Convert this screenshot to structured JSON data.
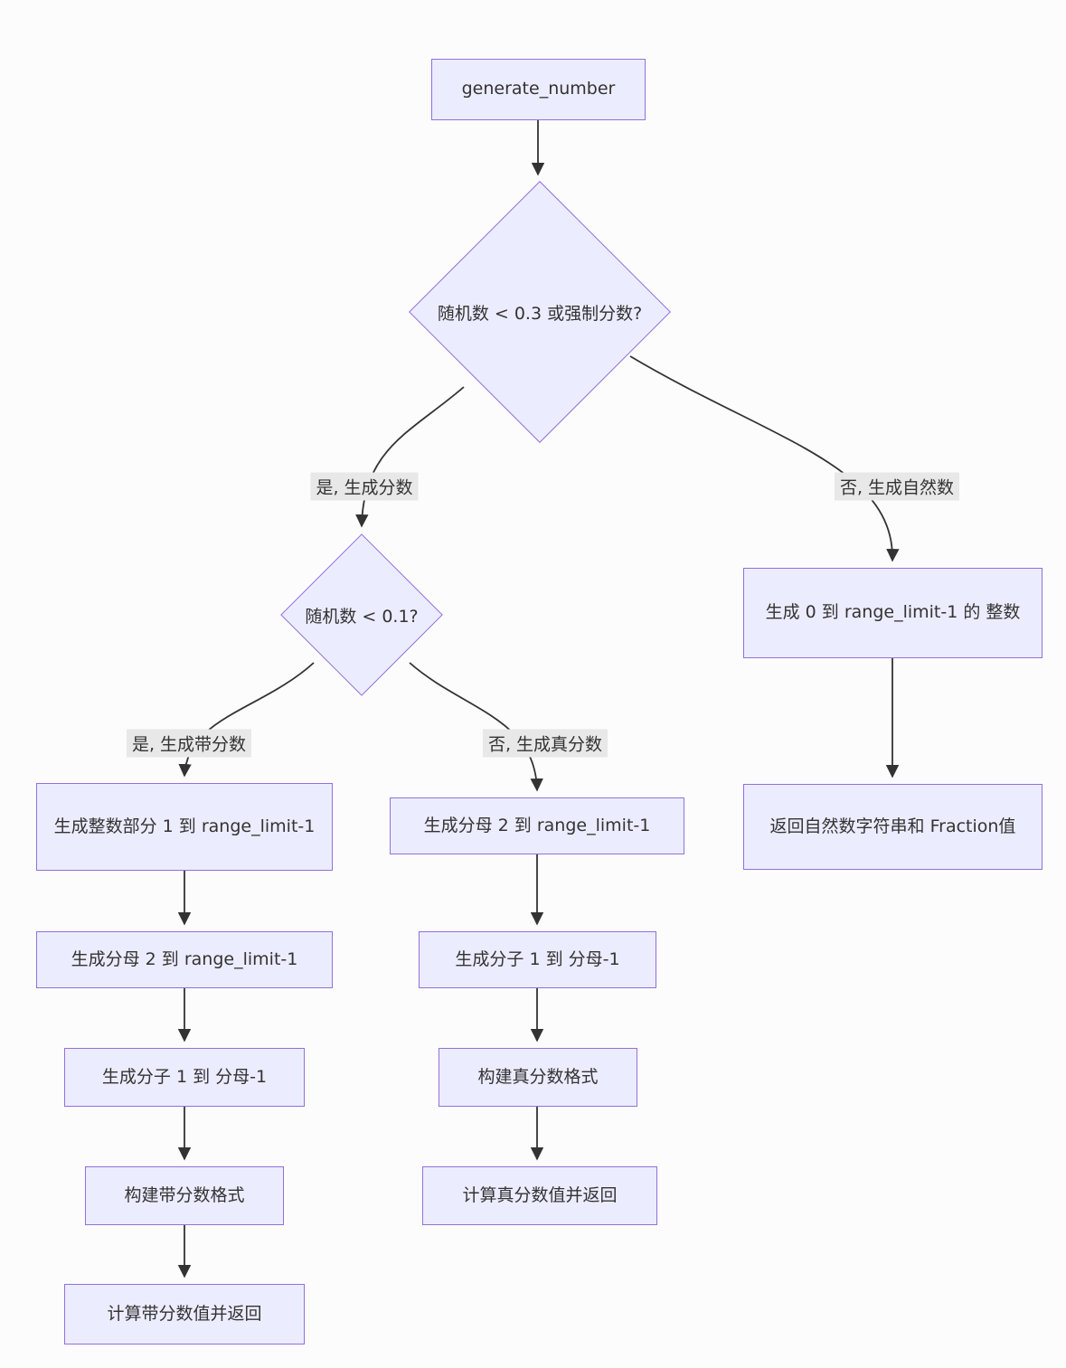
{
  "diagram": {
    "nodes": {
      "start": {
        "label": "generate_number"
      },
      "decision_fraction": {
        "label": "随机数 < 0.3 或强制分数?"
      },
      "decision_mixed": {
        "label": "随机数 < 0.1?"
      },
      "gen_integer": {
        "label": "生成 0 到 range_limit-1 的 整数"
      },
      "return_natural": {
        "label": "返回自然数字符串和 Fraction值"
      },
      "gen_whole_part": {
        "label": "生成整数部分 1 到 range_limit-1"
      },
      "gen_denominator_mixed": {
        "label": "生成分母 2 到 range_limit-1"
      },
      "gen_numerator_mixed": {
        "label": "生成分子 1 到 分母-1"
      },
      "build_mixed_format": {
        "label": "构建带分数格式"
      },
      "calc_mixed_return": {
        "label": "计算带分数值并返回"
      },
      "gen_denominator_proper": {
        "label": "生成分母 2 到 range_limit-1"
      },
      "gen_numerator_proper": {
        "label": "生成分子 1 到 分母-1"
      },
      "build_proper_format": {
        "label": "构建真分数格式"
      },
      "calc_proper_return": {
        "label": "计算真分数值并返回"
      }
    },
    "edge_labels": {
      "yes_fraction": "是, 生成分数",
      "no_natural": "否, 生成自然数",
      "yes_mixed": "是, 生成带分数",
      "no_proper": "否, 生成真分数"
    },
    "colors": {
      "node_fill": "#ECECFF",
      "node_border": "#9370DB",
      "edge_color": "#333333",
      "label_bg": "#e8e8e8",
      "text_color": "#333333"
    }
  }
}
